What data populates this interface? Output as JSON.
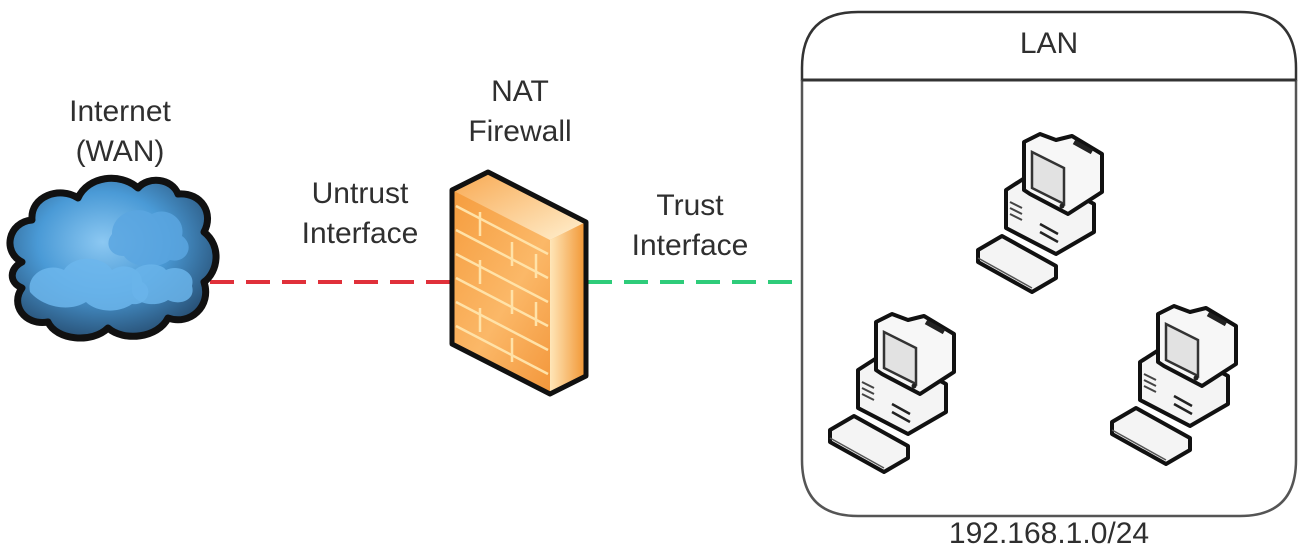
{
  "diagram": {
    "nodes": {
      "internet": {
        "label": "Internet\n(WAN)",
        "icon": "cloud-icon"
      },
      "firewall": {
        "label": "NAT\nFirewall",
        "icon": "firewall-icon"
      },
      "lan": {
        "label": "LAN",
        "subnet": "192.168.1.0/24",
        "hosts": [
          "pc-1",
          "pc-2",
          "pc-3"
        ],
        "icon": "computer-icon"
      }
    },
    "links": [
      {
        "from": "internet",
        "to": "firewall",
        "label": "Untrust\nInterface",
        "style": "dashed",
        "color": "#e0303a"
      },
      {
        "from": "firewall",
        "to": "lan",
        "label": "Trust\nInterface",
        "style": "dashed",
        "color": "#2ecc7a"
      }
    ],
    "colors": {
      "cloud": "#4a9ad6",
      "firewall": "#f7a040",
      "outline": "#222222"
    }
  }
}
